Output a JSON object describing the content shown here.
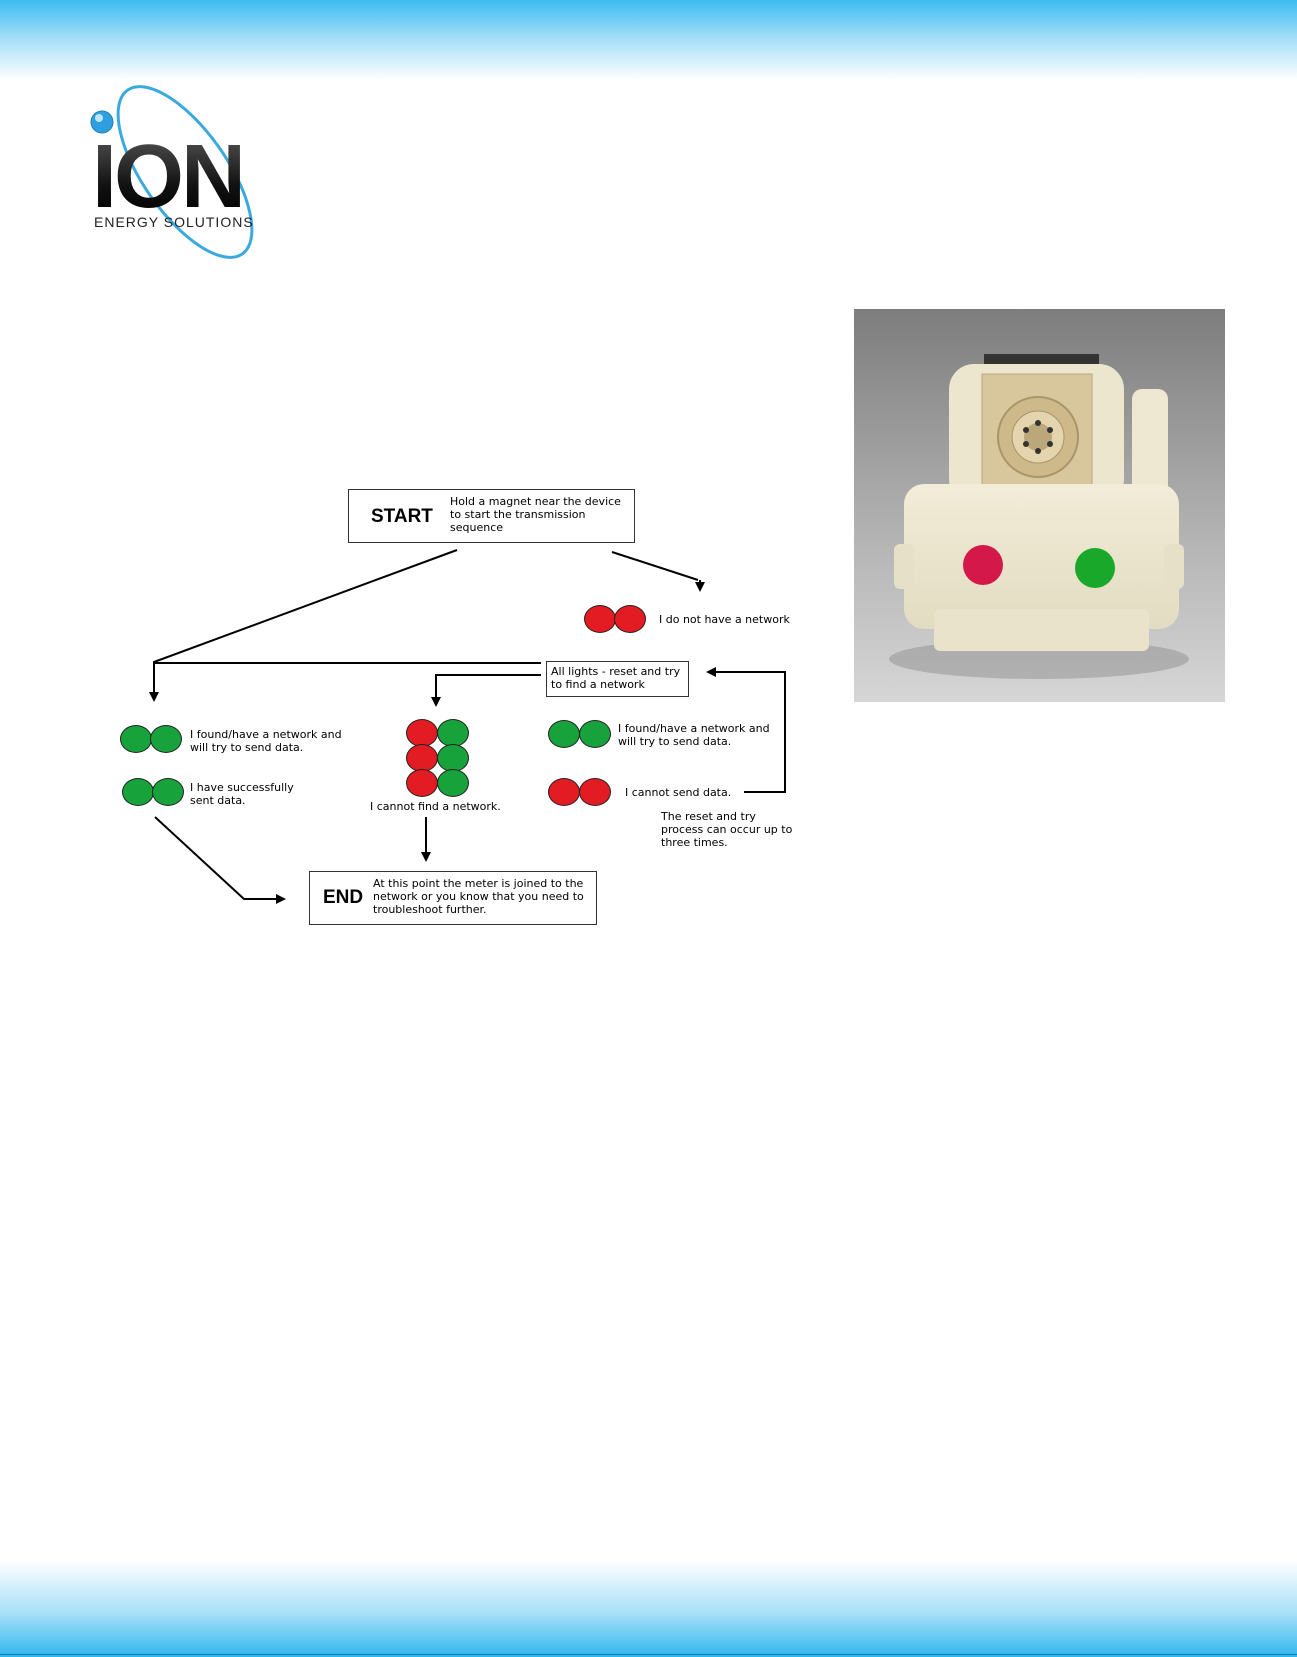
{
  "logo": {
    "name": "ION",
    "tagline": "ENERGY SOLUTIONS"
  },
  "colors": {
    "led_red": "#e31b23",
    "led_green": "#17a23c",
    "brand_blue": "#2fb6ee"
  },
  "flowchart": {
    "start": {
      "title": "START",
      "text": "Hold a magnet near the device to start the transmission sequence"
    },
    "no_network": {
      "text": "I do not have a network"
    },
    "all_lights": {
      "text": "All lights - reset and try to find a network"
    },
    "found_left": {
      "text": "I found/have a network and will try to send data."
    },
    "sent": {
      "text": "I have successfully sent data."
    },
    "cannot_find": {
      "text": "I cannot find a network."
    },
    "found_right": {
      "text": "I found/have a network and will try to send data."
    },
    "cannot_send": {
      "text": "I cannot send data."
    },
    "retry_note": {
      "text": "The reset and try process can occur up to three times."
    },
    "end": {
      "title": "END",
      "text": "At this point the meter is joined to the network or you know that you need to troubleshoot further."
    }
  }
}
